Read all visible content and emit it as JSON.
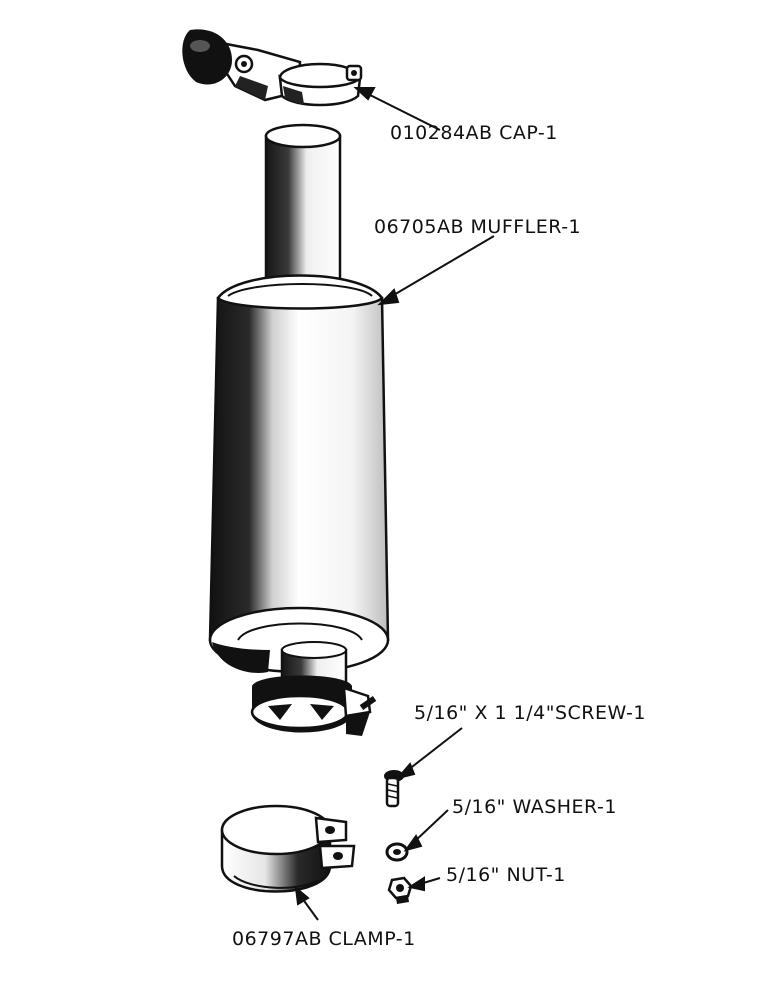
{
  "colors": {
    "ink": "#111111",
    "paper": "#ffffff",
    "shade": "#1a1a1a",
    "mid": "#9a9a9a"
  },
  "labels": {
    "cap": "010284AB CAP-1",
    "muffler": "06705AB MUFFLER-1",
    "screw": "5/16\" X 1 1/4\"SCREW-1",
    "washer": "5/16\" WASHER-1",
    "nut": "5/16\" NUT-1",
    "clamp": "06797AB CLAMP-1"
  }
}
